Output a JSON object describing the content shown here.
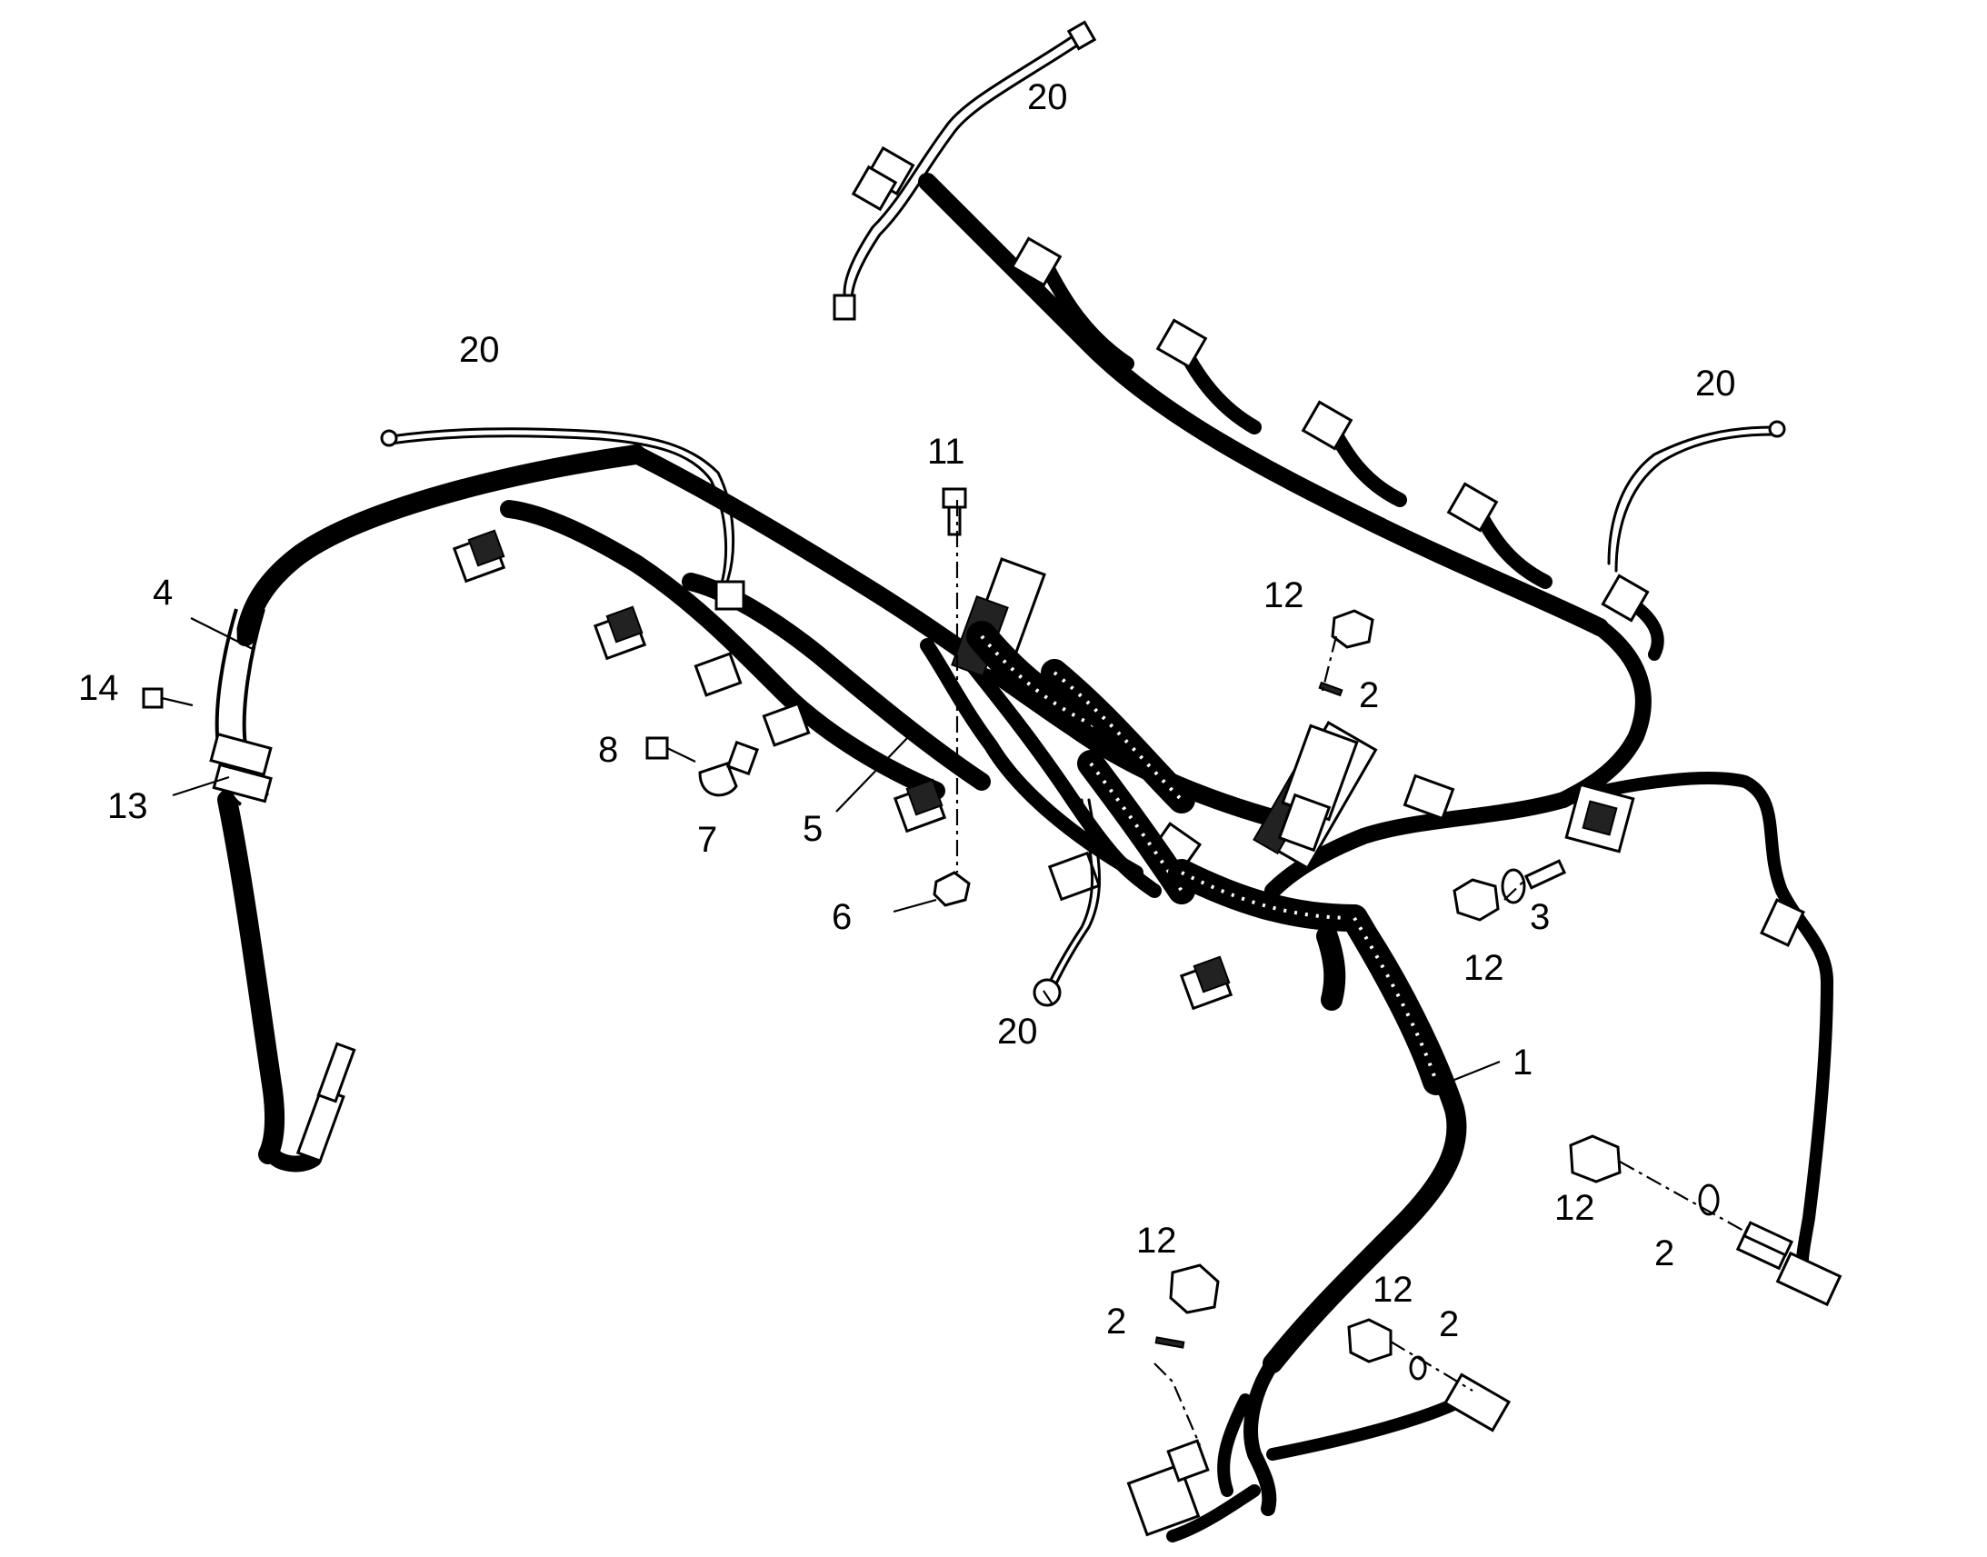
{
  "callouts": [
    {
      "id": "20a",
      "label": "20"
    },
    {
      "id": "20b",
      "label": "20"
    },
    {
      "id": "20c",
      "label": "20"
    },
    {
      "id": "20d",
      "label": "20"
    },
    {
      "id": "11",
      "label": "11"
    },
    {
      "id": "12a",
      "label": "12"
    },
    {
      "id": "2a",
      "label": "2"
    },
    {
      "id": "4",
      "label": "4"
    },
    {
      "id": "14",
      "label": "14"
    },
    {
      "id": "13",
      "label": "13"
    },
    {
      "id": "8",
      "label": "8"
    },
    {
      "id": "7",
      "label": "7"
    },
    {
      "id": "5",
      "label": "5"
    },
    {
      "id": "6",
      "label": "6"
    },
    {
      "id": "3",
      "label": "3"
    },
    {
      "id": "12b",
      "label": "12"
    },
    {
      "id": "1",
      "label": "1"
    },
    {
      "id": "12c",
      "label": "12"
    },
    {
      "id": "2b",
      "label": "2"
    },
    {
      "id": "12d",
      "label": "12"
    },
    {
      "id": "2c",
      "label": "2"
    },
    {
      "id": "12e",
      "label": "12"
    },
    {
      "id": "2d",
      "label": "2"
    }
  ]
}
